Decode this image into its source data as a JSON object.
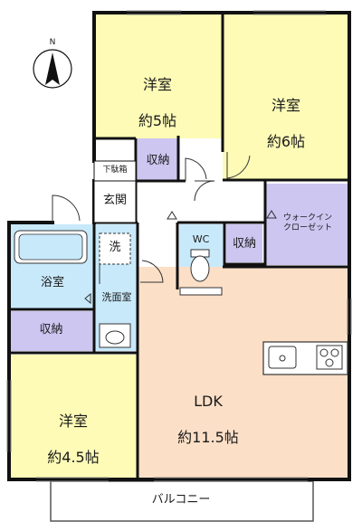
{
  "compass": {
    "letter": "N"
  },
  "rooms": {
    "western_top_left": {
      "name": "洋室",
      "size": "約5帖"
    },
    "western_top_right": {
      "name": "洋室",
      "size": "約6帖"
    },
    "storage_top": {
      "name": "収納"
    },
    "shoe_box": {
      "name": "下駄箱"
    },
    "entrance": {
      "name": "玄関"
    },
    "walk_in_closet": {
      "name": "ウォークイン\nクローゼット"
    },
    "wc": {
      "name": "WC"
    },
    "storage_wc": {
      "name": "収納"
    },
    "laundry": {
      "name": "洗"
    },
    "bathroom": {
      "name": "浴室"
    },
    "washroom": {
      "name": "洗面室"
    },
    "storage_left": {
      "name": "収納"
    },
    "ldk": {
      "name": "LDK",
      "size": "約11.5帖"
    },
    "western_bottom_left": {
      "name": "洋室",
      "size": "約4.5帖"
    },
    "balcony": {
      "name": "バルコニー"
    }
  },
  "colors": {
    "bedroom": "#fdfbb6",
    "storage": "#cdc6f1",
    "wet_area": "#c8e9fa",
    "ldk": "#fcdfc7",
    "wall": "#111111"
  }
}
